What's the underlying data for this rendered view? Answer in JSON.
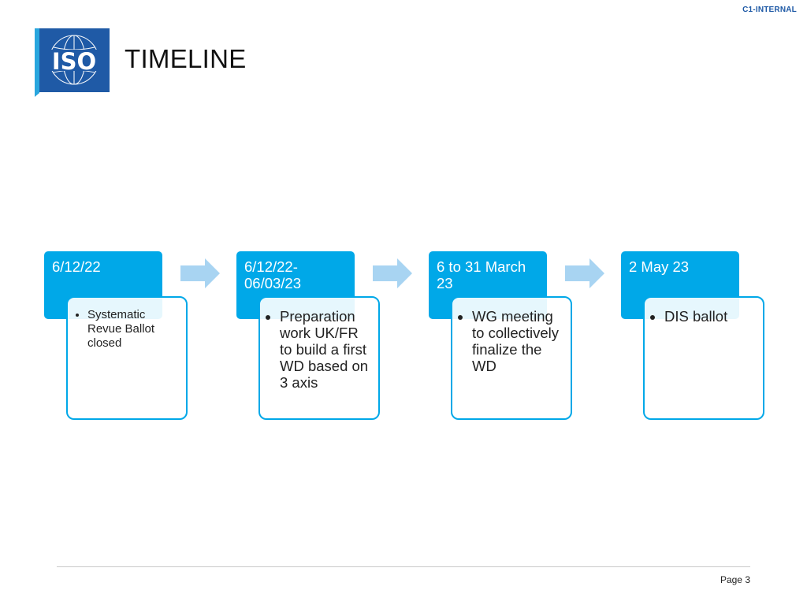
{
  "header": {
    "classification": "C1-INTERNAL",
    "logo_text": "ISO",
    "title": "TIMELINE"
  },
  "timeline": [
    {
      "date": "6/12/22",
      "details": [
        "Systematic Revue Ballot closed"
      ]
    },
    {
      "date": "6/12/22-06/03/23",
      "details": [
        "Preparation work UK/FR to build a first WD based on 3 axis"
      ]
    },
    {
      "date": "6 to 31 March 23",
      "details": [
        "WG meeting to collectively finalize the WD"
      ]
    },
    {
      "date": "2 May 23",
      "details": [
        "DIS ballot"
      ]
    }
  ],
  "footer": {
    "page": "Page 3"
  },
  "colors": {
    "accent": "#00a8e8",
    "arrow": "#a8d4f2",
    "logo_blue": "#1f5aa6"
  }
}
